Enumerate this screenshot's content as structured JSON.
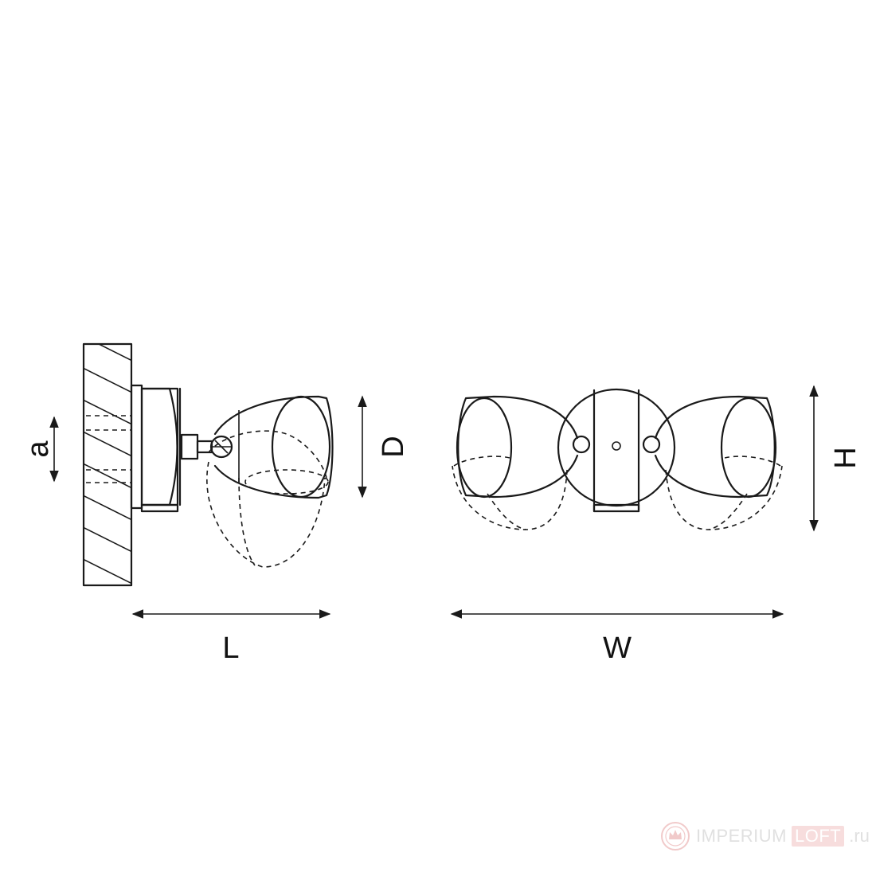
{
  "dimensions": {
    "a": "a",
    "D": "D",
    "L": "L",
    "W": "W",
    "H": "H"
  },
  "watermark": {
    "brand": "IMPERIUM",
    "loft": "LOFT",
    "tld": ".ru",
    "logo_icon": "crown-seal-icon",
    "color": "#e6a0a0"
  }
}
